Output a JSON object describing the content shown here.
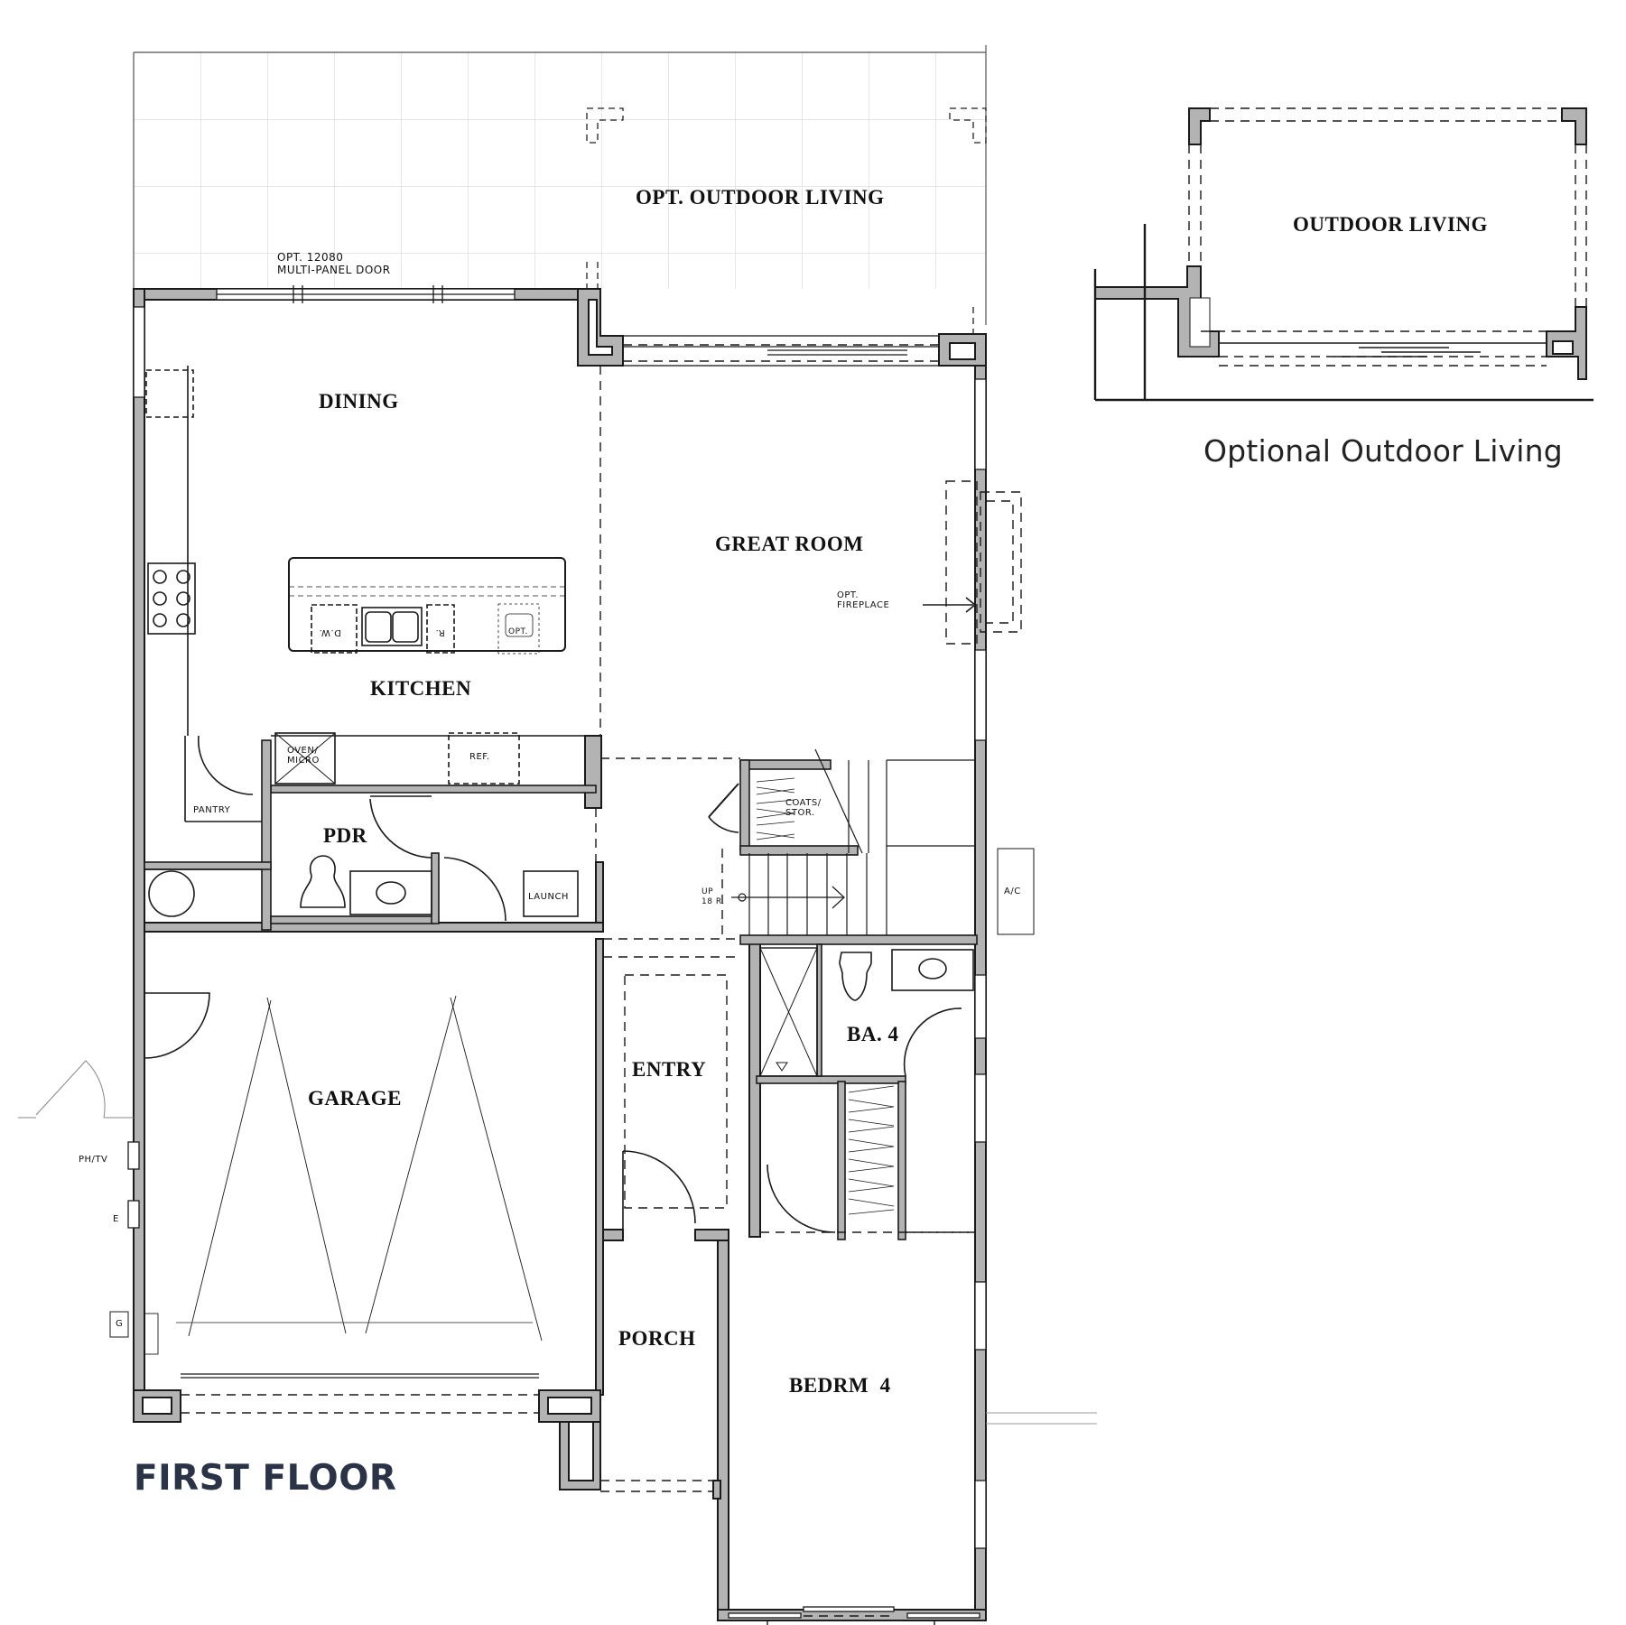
{
  "title": "FIRST FLOOR",
  "option": {
    "caption": "Optional Outdoor Living",
    "room": "OUTDOOR LIVING"
  },
  "rooms": {
    "opt_outdoor_living": "OPT. OUTDOOR LIVING",
    "dining": "DINING",
    "great_room": "GREAT ROOM",
    "kitchen": "KITCHEN",
    "pdr": "PDR",
    "garage": "GARAGE",
    "entry": "ENTRY",
    "ba4": "BA. 4",
    "porch": "PORCH",
    "bedrm4": "BEDRM  4"
  },
  "notes": {
    "multi_panel_door_line1": "OPT. 12080",
    "multi_panel_door_line2": "MULTI-PANEL DOOR",
    "fireplace_line1": "OPT.",
    "fireplace_line2": "FIREPLACE",
    "dw": "D.W.",
    "refrigerator_short": "R.",
    "opt": "OPT.",
    "oven_line1": "OVEN/",
    "oven_line2": "MICRO",
    "ref": "REF.",
    "pantry": "PANTRY",
    "launch": "LAUNCH",
    "coats_line1": "COATS/",
    "coats_line2": "STOR.",
    "stairs_line1": "UP",
    "stairs_line2": "18 R.",
    "ac": "A/C",
    "phtv": "PH/TV",
    "e": "E",
    "g": "G"
  },
  "colors": {
    "wall_fill": "#b3b3b3",
    "line": "#1a1a1a",
    "grid": "#dddddd",
    "title": "#2b3446"
  }
}
